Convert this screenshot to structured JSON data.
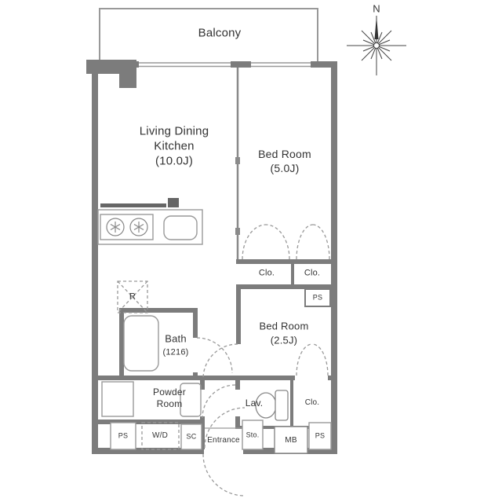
{
  "compass": {
    "north": "N"
  },
  "rooms": {
    "balcony": {
      "name": "Balcony"
    },
    "ldk": {
      "line1": "Living Dining",
      "line2": "Kitchen",
      "size": "(10.0J)"
    },
    "bedroom_main": {
      "name": "Bed Room",
      "size": "(5.0J)"
    },
    "bedroom_small": {
      "name": "Bed Room",
      "size": "(2.5J)"
    },
    "bath": {
      "name": "Bath",
      "size": "(1216)"
    },
    "powder_room": {
      "line1": "Powder",
      "line2": "Room"
    },
    "lavatory": {
      "name": "Lav."
    },
    "entrance": {
      "name": "Entrance"
    },
    "closet_main_1": {
      "name": "Clo."
    },
    "closet_main_2": {
      "name": "Clo."
    },
    "closet_small": {
      "name": "Clo."
    },
    "storage": {
      "name": "Sto."
    },
    "shoe_closet": {
      "name": "SC"
    }
  },
  "equipment": {
    "refrigerator": {
      "name": "R"
    },
    "washer_dryer": {
      "name": "W/D"
    },
    "meter_box": {
      "name": "MB"
    },
    "pipe_space_top": {
      "name": "PS"
    },
    "pipe_space_left": {
      "name": "PS"
    },
    "pipe_space_right": {
      "name": "PS"
    }
  },
  "colors": {
    "wall": "#7c7c7c",
    "line": "#999999",
    "text": "#333333",
    "background": "#ffffff"
  }
}
